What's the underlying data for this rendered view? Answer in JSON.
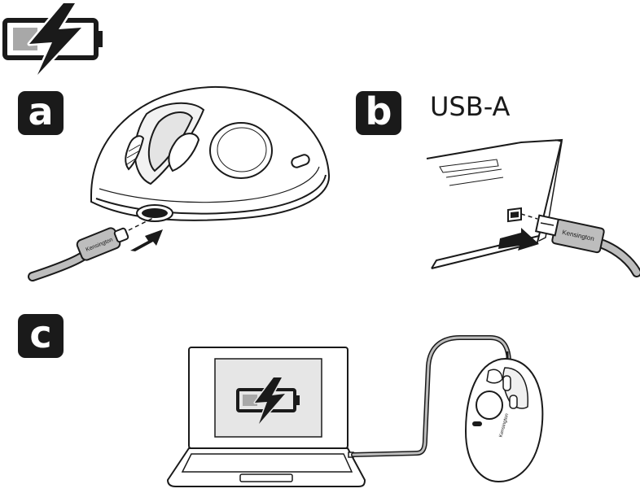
{
  "icons": {
    "top": "battery-charging-icon",
    "screen": "battery-charging-icon"
  },
  "steps": {
    "a": "a",
    "b": "b",
    "c": "c"
  },
  "step_b": {
    "port_label": "USB-A"
  },
  "brand": {
    "cable_text": "Kensington",
    "mouse_text": "Kensington"
  },
  "colors": {
    "ink": "#1a1a1a",
    "battery_fill": "#a8a8a8",
    "screen_fill": "#e6e6e6",
    "cable_fill": "#bdbdbd"
  }
}
